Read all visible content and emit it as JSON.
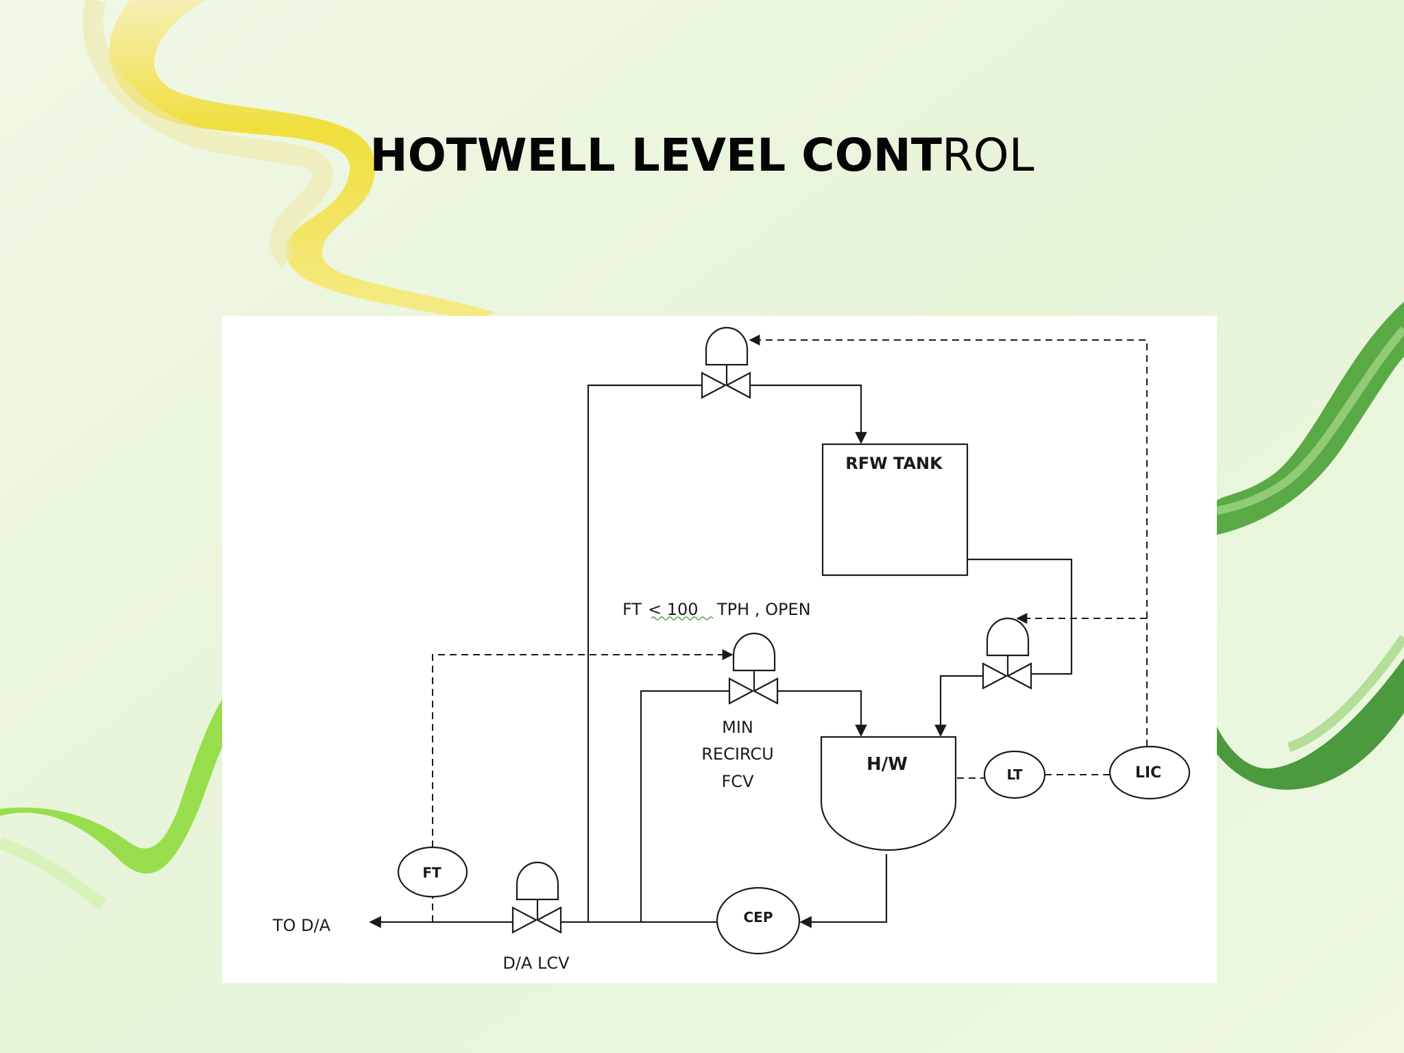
{
  "slide": {
    "title_bold": "HOTWELL LEVEL CONT",
    "title_rest": "ROL"
  },
  "diagram": {
    "labels": {
      "rfw_tank": "RFW TANK",
      "hotwell": "H/W",
      "lt": "LT",
      "lic": "LIC",
      "ft": "FT",
      "cep": "CEP",
      "to_da": "TO D/A",
      "da_lcv": "D/A LCV",
      "min_recirc_line1": "MIN",
      "min_recirc_line2": "RECIRCU",
      "min_recirc_line3": "FCV",
      "ft_condition_prefix": "FT",
      "ft_condition_value": "< 100",
      "ft_condition_suffix": "TPH , OPEN"
    }
  },
  "colors": {
    "line": "#1a1a1a",
    "panel": "#ffffff",
    "background_light": "#eaf6dc",
    "ribbon_yellow": "#f2e030",
    "ribbon_green": "#3f9c2a",
    "ribbon_light_green": "#8fdc3c"
  }
}
